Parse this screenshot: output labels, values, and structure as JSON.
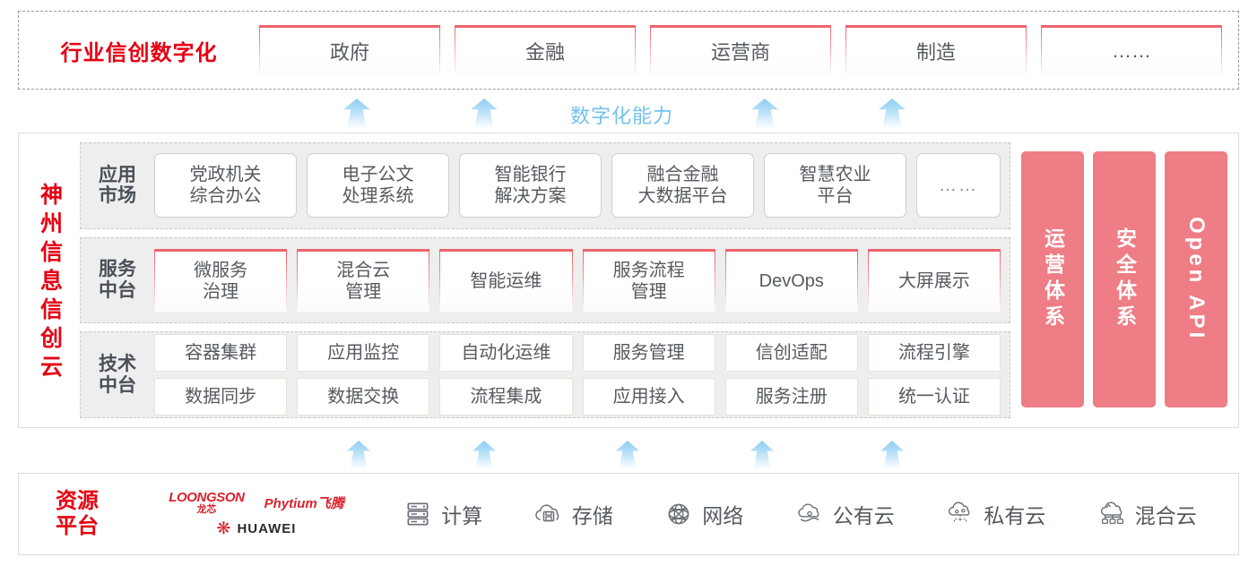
{
  "industry": {
    "title": "行业信创数字化",
    "boxes": [
      {
        "label": "政府"
      },
      {
        "label": "金融"
      },
      {
        "label": "运营商"
      },
      {
        "label": "制造"
      },
      {
        "label": "……"
      }
    ]
  },
  "connector": {
    "label": "数字化能力",
    "upper_arrow_count": 4,
    "lower_arrow_count": 5,
    "arrow_color": "#9ed4f3"
  },
  "cloud": {
    "title": "神州信息信创云",
    "tiers": [
      {
        "label": "应用\n市场",
        "label_line1": "应用",
        "label_line2": "市场",
        "items": [
          {
            "label": "党政机关\n综合办公",
            "line1": "党政机关",
            "line2": "综合办公"
          },
          {
            "label": "电子公文\n处理系统",
            "line1": "电子公文",
            "line2": "处理系统"
          },
          {
            "label": "智能银行\n解决方案",
            "line1": "智能银行",
            "line2": "解决方案"
          },
          {
            "label": "融合金融\n大数据平台",
            "line1": "融合金融",
            "line2": "大数据平台"
          },
          {
            "label": "智慧农业\n平台",
            "line1": "智慧农业",
            "line2": "平台"
          },
          {
            "label": "……",
            "line1": "……",
            "line2": ""
          }
        ]
      },
      {
        "label_line1": "服务",
        "label_line2": "中台",
        "items": [
          {
            "line1": "微服务",
            "line2": "治理"
          },
          {
            "line1": "混合云",
            "line2": "管理"
          },
          {
            "line1": "智能运维",
            "line2": ""
          },
          {
            "line1": "服务流程",
            "line2": "管理"
          },
          {
            "line1": "DevOps",
            "line2": ""
          },
          {
            "line1": "大屏展示",
            "line2": ""
          }
        ]
      },
      {
        "label_line1": "技术",
        "label_line2": "中台",
        "row1": [
          "容器集群",
          "应用监控",
          "自动化运维",
          "服务管理",
          "信创适配",
          "流程引擎"
        ],
        "row2": [
          "数据同步",
          "数据交换",
          "流程集成",
          "应用接入",
          "服务注册",
          "统一认证"
        ]
      }
    ],
    "pillars": [
      {
        "label": "运营体系",
        "vertical": true
      },
      {
        "label": "安全体系",
        "vertical": true
      },
      {
        "label": "Open API",
        "vertical": true,
        "latin": true
      }
    ],
    "pillar_color": "#ee7d85"
  },
  "resource": {
    "title_line1": "资源",
    "title_line2": "平台",
    "vendors": [
      {
        "name": "LOONGSON",
        "cn": "龙芯",
        "id": "loongson"
      },
      {
        "name": "Phytium飞腾",
        "id": "phytium"
      },
      {
        "name": "HUAWEI",
        "id": "huawei"
      }
    ],
    "items": [
      {
        "label": "计算",
        "icon": "server-icon"
      },
      {
        "label": "存储",
        "icon": "cloud-storage-icon"
      },
      {
        "label": "网络",
        "icon": "network-icon"
      },
      {
        "label": "公有云",
        "icon": "public-cloud-icon"
      },
      {
        "label": "私有云",
        "icon": "private-cloud-icon"
      },
      {
        "label": "混合云",
        "icon": "hybrid-cloud-icon"
      }
    ]
  },
  "colors": {
    "brand_red": "#e60012",
    "accent_pink": "#ef626c",
    "pillar_pink": "#ee7d85",
    "arrow_blue": "#9ed4f3",
    "text_gray": "#555a60",
    "band_gray": "#eeeeee"
  }
}
